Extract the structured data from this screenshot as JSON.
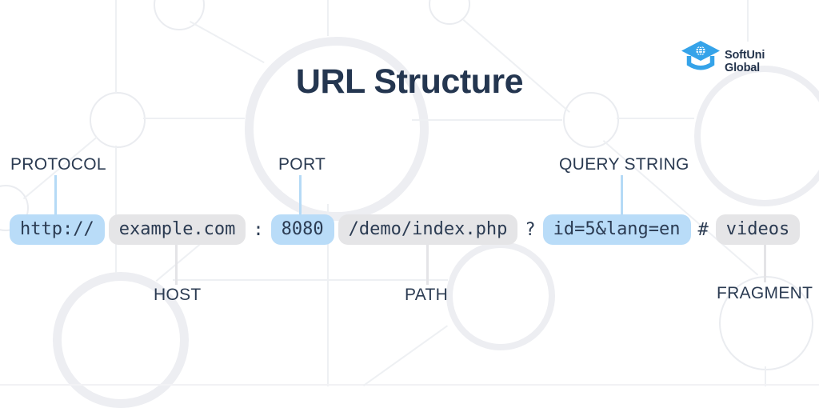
{
  "title": "URL Structure",
  "logo": {
    "line1": "SoftUni",
    "line2": "Global"
  },
  "labels": {
    "protocol": "PROTOCOL",
    "host": "HOST",
    "port": "PORT",
    "path": "PATH",
    "query_string": "QUERY STRING",
    "fragment": "FRAGMENT"
  },
  "url_parts": [
    {
      "text": "http://",
      "type": "highlight",
      "part": "protocol"
    },
    {
      "text": "example.com",
      "type": "muted",
      "part": "host"
    },
    {
      "text": ":",
      "type": "separator",
      "part": "port-separator"
    },
    {
      "text": "8080",
      "type": "highlight",
      "part": "port"
    },
    {
      "text": "/demo/index.php",
      "type": "muted",
      "part": "path"
    },
    {
      "text": "?",
      "type": "separator",
      "part": "query-separator"
    },
    {
      "text": "id=5&lang=en",
      "type": "highlight",
      "part": "query_string"
    },
    {
      "text": "#",
      "type": "separator",
      "part": "fragment-separator"
    },
    {
      "text": "videos",
      "type": "muted",
      "part": "fragment"
    }
  ],
  "colors": {
    "highlight_chip": "#b9dcf8",
    "muted_chip": "#e5e5e7",
    "text_dark": "#2b3b52",
    "title": "#243650",
    "logo_blue": "#35a3e9",
    "connector_blue": "#b5daf6",
    "connector_gray": "#e4e4e7"
  }
}
